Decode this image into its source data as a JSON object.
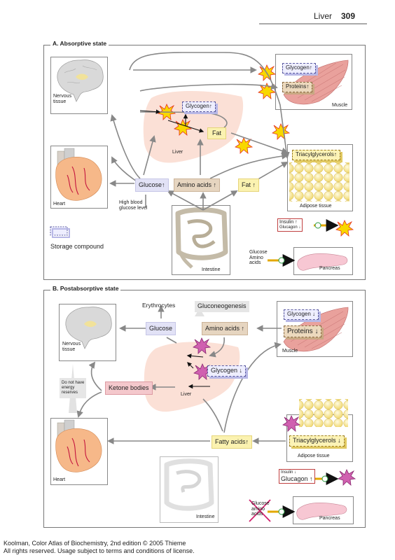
{
  "header": {
    "title": "Liver",
    "page": "309"
  },
  "absorptive": {
    "title": "A. Absorptive state",
    "nervous": "Nervous\ntissue",
    "muscle": "Muscle",
    "glycogen_muscle": "Glycogen↑",
    "proteins_muscle": "Proteins↑",
    "glycogen_liver": "Glycogen↑",
    "fat_liver": "Fat",
    "liver": "Liver",
    "triacyl": "Triacylglycerols↑",
    "adipose": "Adipose tissue",
    "heart": "Heart",
    "glucose": "Glucose↑",
    "amino": "Amino acids ↑",
    "fat": "Fat ↑",
    "high_blood": "High blood\nglucose level",
    "intestine": "Intestine",
    "storage_label": "Storage compound",
    "insulin": "Insulin ↑",
    "glucagon": "Glucagon ↓",
    "glucose_amino": "Glucose\nAmino\nacids",
    "pancreas": "Pancreas"
  },
  "postabsorptive": {
    "title": "B. Postabsorptive state",
    "erythrocytes": "Erythrocytes",
    "gluconeogenesis": "Gluconeogenesis",
    "glucose": "Glucose",
    "amino": "Amino acids ↑",
    "glycogen_muscle": "Glycogen ↓",
    "proteins_muscle": "Proteins ↓",
    "muscle": "Muscle",
    "nervous": "Nervous\ntissue",
    "glycogen_liver": "Glycogen ↓",
    "not_energy": "Do not have\nenergy\nreserves",
    "ketone": "Ketone bodies",
    "liver": "Liver",
    "triacyl": "Triacylglycerols ↓",
    "adipose": "Adipose tissue",
    "heart": "Heart",
    "fatty_acids": "Fatty acids↑",
    "intestine": "Intestine",
    "insulin": "Insulin",
    "insulin_arrow": "↓",
    "glucagon": "Glucagon ↑",
    "glucose_amino": "Glucose\namino\nacids",
    "pancreas": "Pancreas"
  },
  "footer": {
    "line1": "Koolman, Color Atlas of Biochemistry, 2nd edition © 2005 Thieme",
    "line2": "All rights reserved. Usage subject to terms and conditions of license."
  }
}
